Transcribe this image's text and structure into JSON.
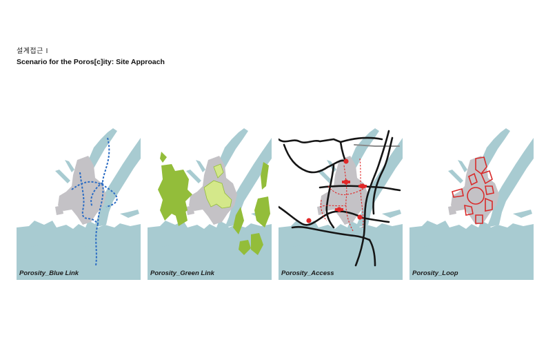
{
  "header": {
    "subtitle": "설계접근 I",
    "title": "Scenario for the Poros[c]ity: Site Approach"
  },
  "panels": [
    {
      "caption": "Porosity_Blue Link",
      "overlay": "blue-link-paths"
    },
    {
      "caption": "Porosity_Green Link",
      "overlay": "green-patches"
    },
    {
      "caption": "Porosity_Access",
      "overlay": "road-network"
    },
    {
      "caption": "Porosity_Loop",
      "overlay": "loop-outlines"
    }
  ],
  "colors": {
    "water": "#a8cbd1",
    "site": "#c4c2c6",
    "blue_path": "#2b6cc4",
    "green": "#93bd3a",
    "green_light": "#d4e88a",
    "road": "#151515",
    "road_gray": "#8a8a8a",
    "access_red": "#e02828",
    "loop_red": "#d92a2a"
  }
}
